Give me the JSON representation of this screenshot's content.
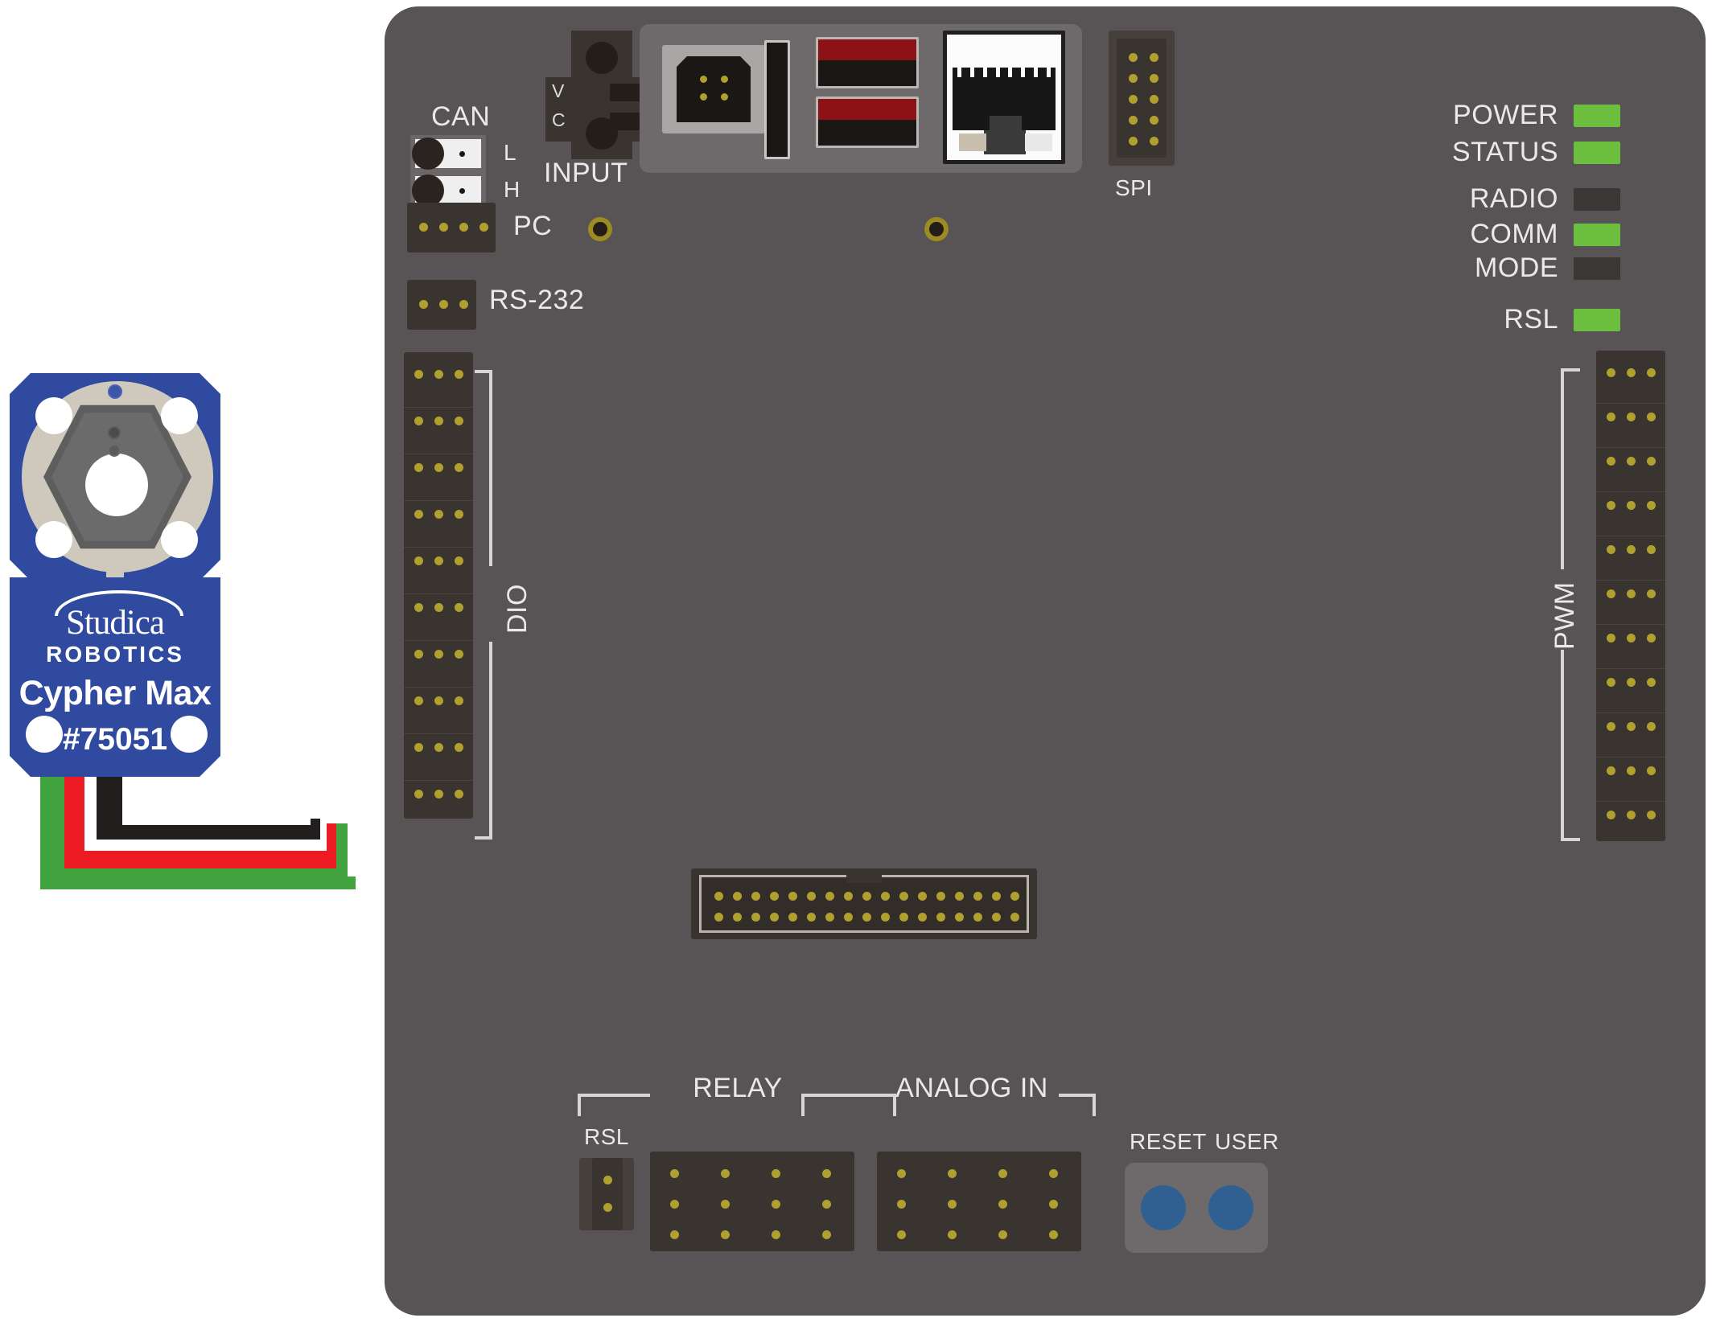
{
  "scene": {
    "title": "Studica Cypher Max sensor wired to VMX robotics controller board",
    "board_color": "#585355",
    "sensor_color": "#2f4a9e"
  },
  "sensor": {
    "brand": "Studica",
    "brand_sub": "ROBOTICS",
    "product": "Cypher Max",
    "part_number": "#75051",
    "icon": "encoder-bore-icon"
  },
  "wires": [
    {
      "name": "signal-wire",
      "color": "#41a33d",
      "label": "green"
    },
    {
      "name": "power-wire",
      "color": "#ed1c24",
      "label": "red"
    },
    {
      "name": "ground-wire",
      "color": "#221e1d",
      "label": "black"
    }
  ],
  "board": {
    "connectors": {
      "can": {
        "label": "CAN",
        "terminals": [
          {
            "label": "L"
          },
          {
            "label": "H"
          }
        ]
      },
      "input": {
        "label": "INPUT",
        "pins": [
          {
            "label": "V"
          },
          {
            "label": "C"
          }
        ]
      },
      "pc": {
        "label": "PC",
        "pin_count": 4
      },
      "rs232": {
        "label": "RS-232",
        "pin_count": 3
      },
      "spi": {
        "label": "SPI",
        "rows": 5,
        "cols": 2
      },
      "dio": {
        "label": "DIO",
        "rows": 10,
        "cols": 3
      },
      "pwm": {
        "label": "PWM",
        "rows": 11,
        "cols": 3
      },
      "relay": {
        "label": "RELAY",
        "cols": 4,
        "rows": 3
      },
      "analog": {
        "label": "ANALOG IN",
        "cols": 4,
        "rows": 3
      },
      "rsl": {
        "label": "RSL",
        "pin_count": 2
      },
      "expansion": {
        "cols": 17,
        "rows": 2
      }
    },
    "io_cluster": {
      "usb_b": {
        "name": "usb-b-port"
      },
      "sd_slot": {
        "name": "micro-sd-slot"
      },
      "usb_a": [
        {
          "name": "usb-a-port-1"
        },
        {
          "name": "usb-a-port-2"
        }
      ],
      "ethernet": {
        "name": "ethernet-rj45-port"
      }
    },
    "leds": [
      {
        "label": "POWER",
        "state": "on",
        "color": "#6cbe3e"
      },
      {
        "label": "STATUS",
        "state": "on",
        "color": "#6cbe3e"
      },
      {
        "label": "RADIO",
        "state": "off",
        "color": "#3b3735"
      },
      {
        "label": "COMM",
        "state": "on",
        "color": "#6cbe3e"
      },
      {
        "label": "MODE",
        "state": "off",
        "color": "#3b3735"
      },
      {
        "label": "RSL",
        "state": "on",
        "color": "#6cbe3e"
      }
    ],
    "buttons": [
      {
        "label": "RESET",
        "color": "#2f6091"
      },
      {
        "label": "USER",
        "color": "#2f6091"
      }
    ]
  }
}
